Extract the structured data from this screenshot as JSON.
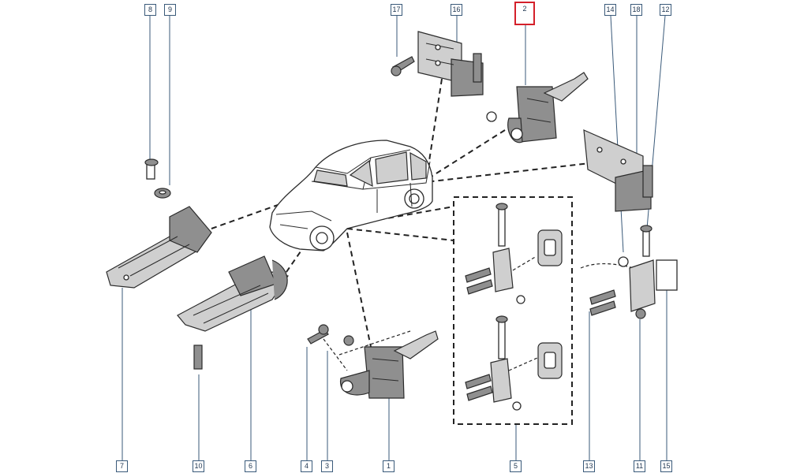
{
  "diagram": {
    "callouts": {
      "c1": "1",
      "c2": "2",
      "c3": "3",
      "c4": "4",
      "c5": "5",
      "c6": "6",
      "c7": "7",
      "c8": "8",
      "c9": "9",
      "c10": "10",
      "c11": "11",
      "c12": "12",
      "c13": "13",
      "c14": "14",
      "c15": "15",
      "c16": "16",
      "c17": "17",
      "c18": "18"
    },
    "highlighted_callout": "2",
    "colors": {
      "callout_border": "#3a5a7a",
      "highlight": "#d4202a",
      "ink": "#2b2b2b"
    }
  }
}
